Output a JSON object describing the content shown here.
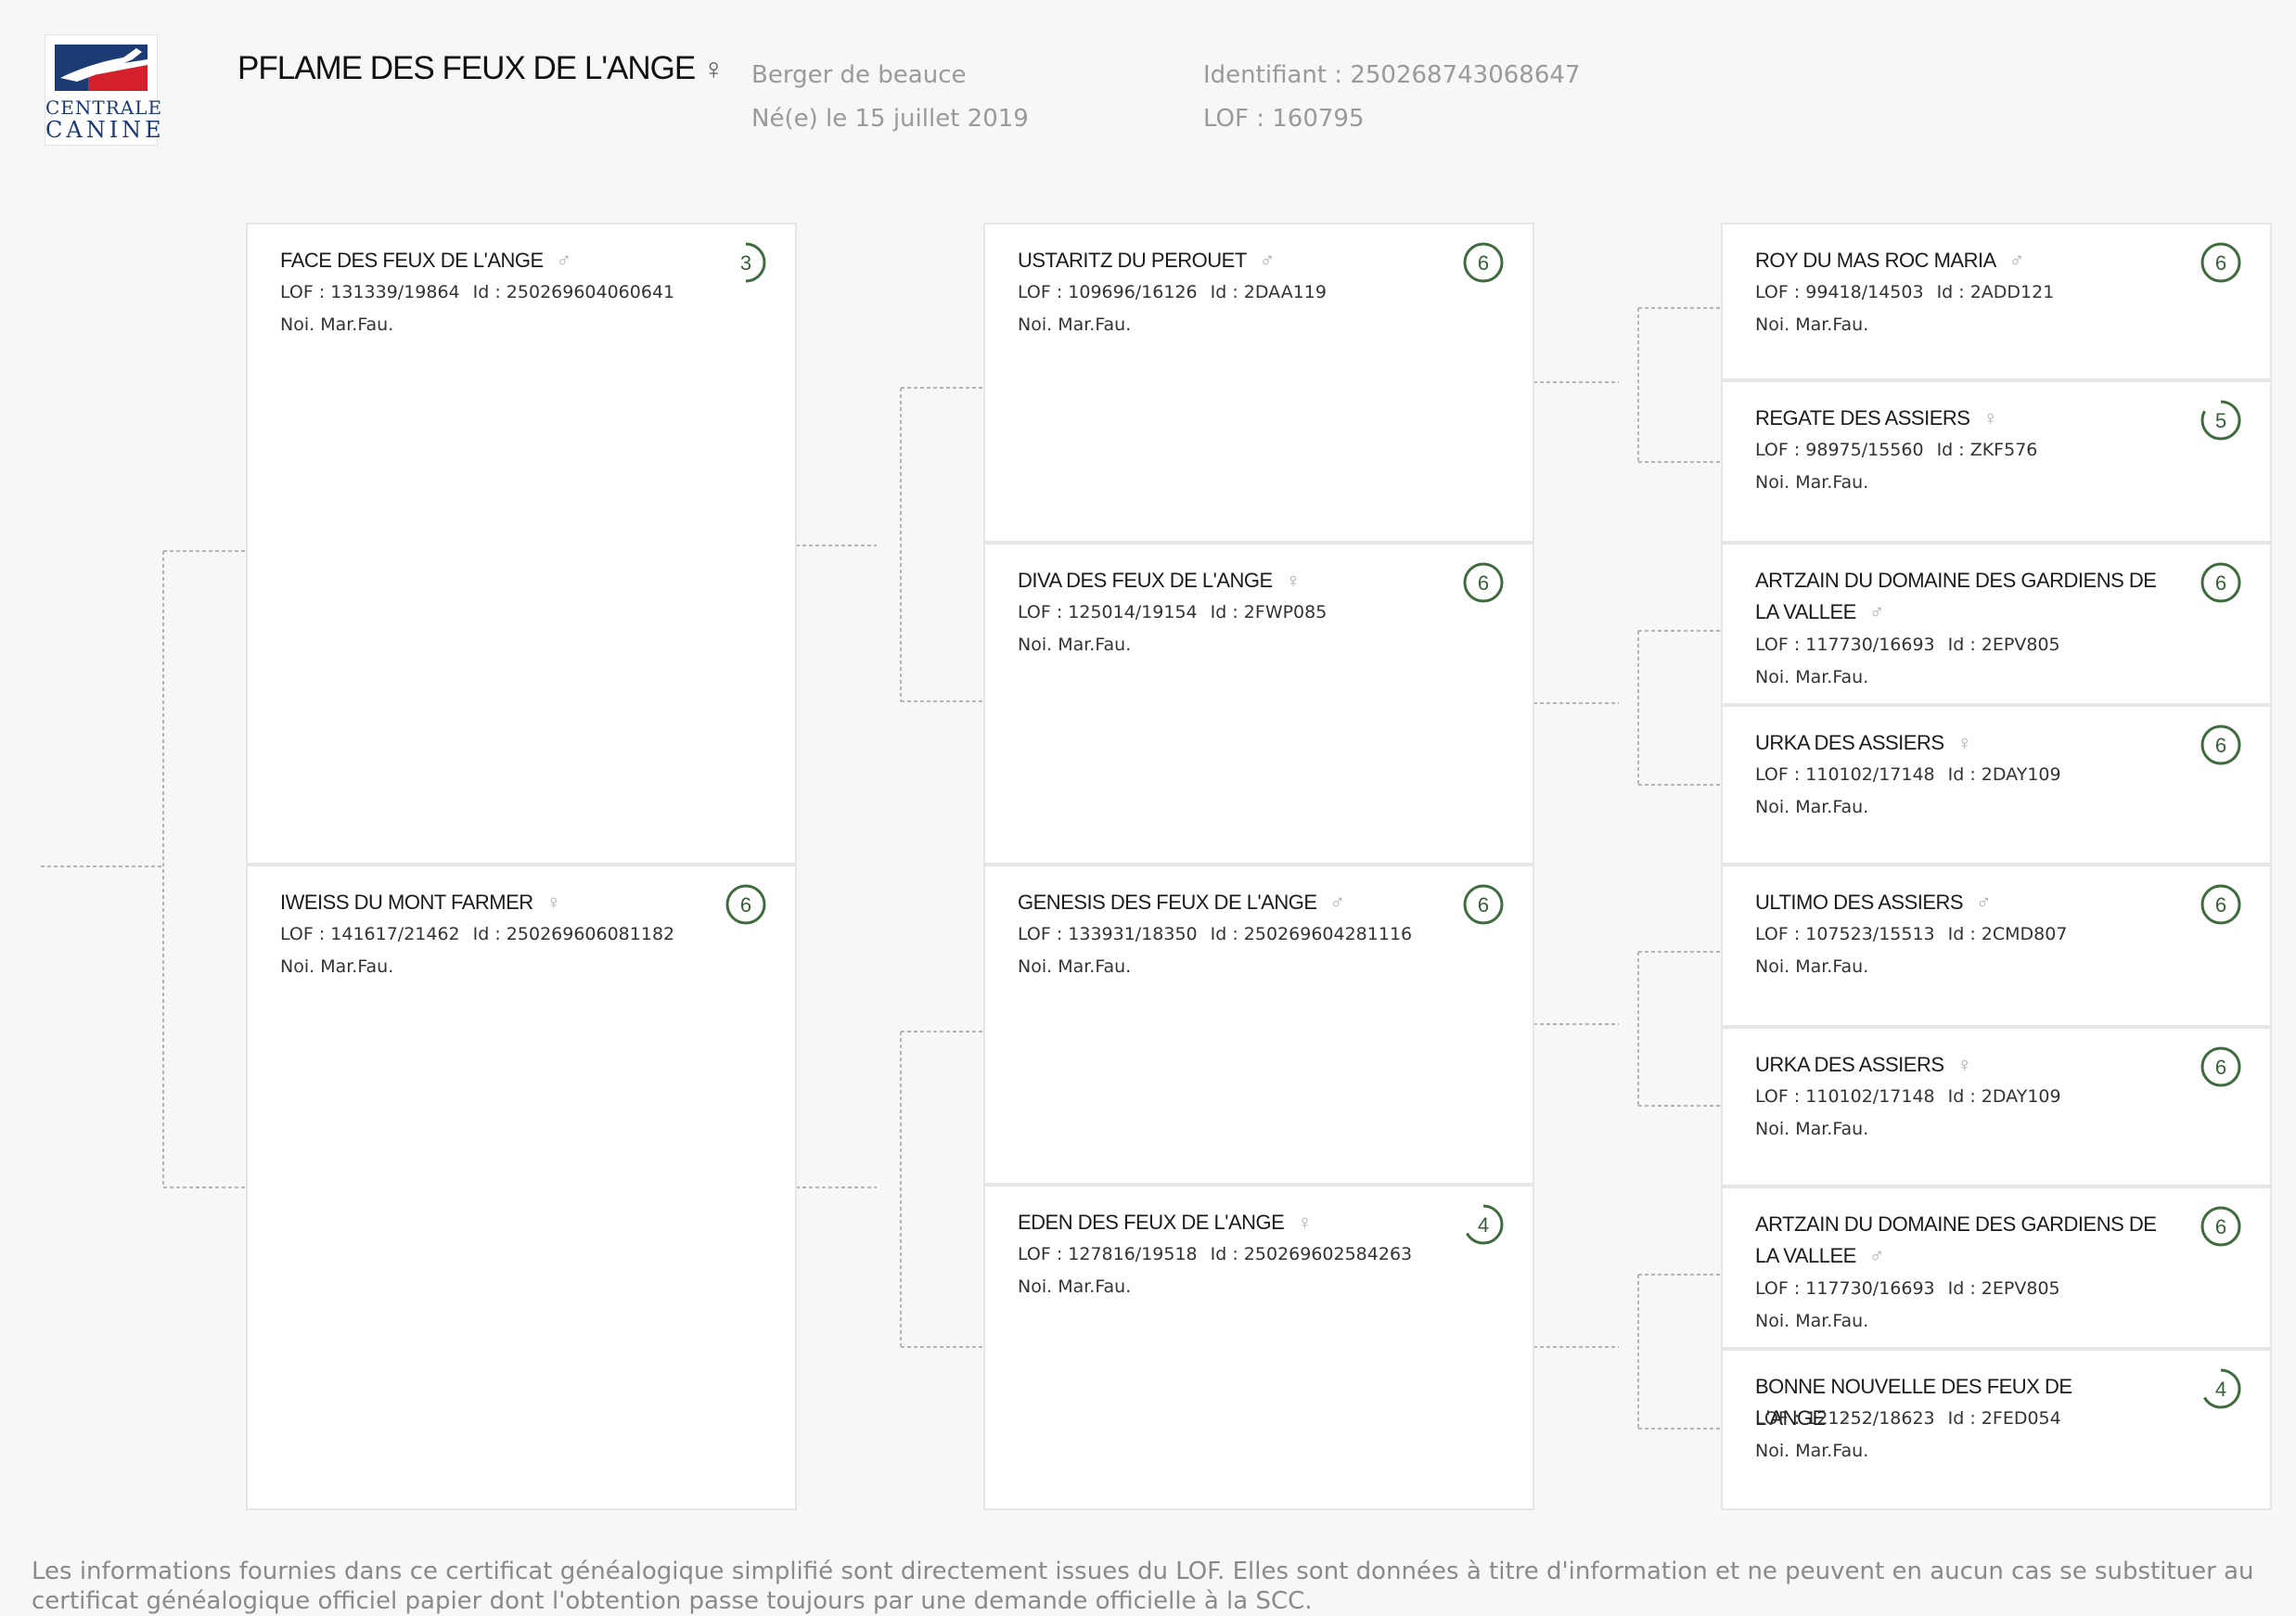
{
  "header": {
    "logo": {
      "line1": "CENTRALE",
      "line2": "CANINE",
      "icon": "dog-silhouette-flag-logo"
    },
    "dog_name": "PFLAME DES FEUX DE L'ANGE",
    "dog_sex_symbol": "♀",
    "breed": "Berger de beauce",
    "birth": "Né(e) le 15 juillet 2019",
    "identifiant": "Identifiant : 250268743068647",
    "lof": "LOF : 160795"
  },
  "colors": {
    "badge_ring": "#3f6b3f",
    "card_border": "#e6e6e6",
    "connector": "#b5b5b5"
  },
  "pedigree": {
    "parents": [
      {
        "name": "FACE DES FEUX DE L'ANGE",
        "sex": "♂",
        "lof": "LOF : 131339/19864",
        "id": "Id : 250269604060641",
        "color": "Noi. Mar.Fau.",
        "badge": "3",
        "badge_fill": 0.5
      },
      {
        "name": "IWEISS DU MONT FARMER",
        "sex": "♀",
        "lof": "LOF : 141617/21462",
        "id": "Id : 250269606081182",
        "color": "Noi. Mar.Fau.",
        "badge": "6",
        "badge_fill": 1
      }
    ],
    "grandparents": [
      {
        "name": "USTARITZ DU PEROUET",
        "sex": "♂",
        "lof": "LOF : 109696/16126",
        "id": "Id : 2DAA119",
        "color": "Noi. Mar.Fau.",
        "badge": "6",
        "badge_fill": 1
      },
      {
        "name": "DIVA DES FEUX DE L'ANGE",
        "sex": "♀",
        "lof": "LOF : 125014/19154",
        "id": "Id : 2FWP085",
        "color": "Noi. Mar.Fau.",
        "badge": "6",
        "badge_fill": 1
      },
      {
        "name": "GENESIS DES FEUX DE L'ANGE",
        "sex": "♂",
        "lof": "LOF : 133931/18350",
        "id": "Id : 250269604281116",
        "color": "Noi. Mar.Fau.",
        "badge": "6",
        "badge_fill": 1
      },
      {
        "name": "EDEN DES FEUX DE L'ANGE",
        "sex": "♀",
        "lof": "LOF : 127816/19518",
        "id": "Id : 250269602584263",
        "color": "Noi. Mar.Fau.",
        "badge": "4",
        "badge_fill": 0.67
      }
    ],
    "great_grandparents": [
      {
        "name": "ROY DU MAS ROC MARIA",
        "sex": "♂",
        "lof": "LOF : 99418/14503",
        "id": "Id : 2ADD121",
        "color": "Noi. Mar.Fau.",
        "badge": "6",
        "badge_fill": 1
      },
      {
        "name": "REGATE DES ASSIERS",
        "sex": "♀",
        "lof": "LOF : 98975/15560",
        "id": "Id : ZKF576",
        "color": "Noi. Mar.Fau.",
        "badge": "5",
        "badge_fill": 0.83
      },
      {
        "name": "ARTZAIN DU DOMAINE DES GARDIENS DE LA VALLEE",
        "sex": "♂",
        "lof": "LOF : 117730/16693",
        "id": "Id : 2EPV805",
        "color": "Noi. Mar.Fau.",
        "badge": "6",
        "badge_fill": 1
      },
      {
        "name": "URKA DES ASSIERS",
        "sex": "♀",
        "lof": "LOF : 110102/17148",
        "id": "Id : 2DAY109",
        "color": "Noi. Mar.Fau.",
        "badge": "6",
        "badge_fill": 1
      },
      {
        "name": "ULTIMO DES ASSIERS",
        "sex": "♂",
        "lof": "LOF : 107523/15513",
        "id": "Id : 2CMD807",
        "color": "Noi. Mar.Fau.",
        "badge": "6",
        "badge_fill": 1
      },
      {
        "name": "URKA DES ASSIERS",
        "sex": "♀",
        "lof": "LOF : 110102/17148",
        "id": "Id : 2DAY109",
        "color": "Noi. Mar.Fau.",
        "badge": "6",
        "badge_fill": 1
      },
      {
        "name": "ARTZAIN DU DOMAINE DES GARDIENS DE LA VALLEE",
        "sex": "♂",
        "lof": "LOF : 117730/16693",
        "id": "Id : 2EPV805",
        "color": "Noi. Mar.Fau.",
        "badge": "6",
        "badge_fill": 1
      },
      {
        "name": "BONNE NOUVELLE DES FEUX DE L'ANGE",
        "sex": "♀",
        "lof": "LOF : 121252/18623",
        "id": "Id : 2FED054",
        "color": "Noi. Mar.Fau.",
        "badge": "4",
        "badge_fill": 0.67
      }
    ]
  },
  "footer": {
    "text": "Les informations fournies dans ce certificat généalogique simplifié sont directement issues du LOF. Elles sont données à titre d'information et ne peuvent en aucun cas se substituer au certificat généalogique officiel papier dont l'obtention passe toujours par une demande officielle à la SCC."
  }
}
